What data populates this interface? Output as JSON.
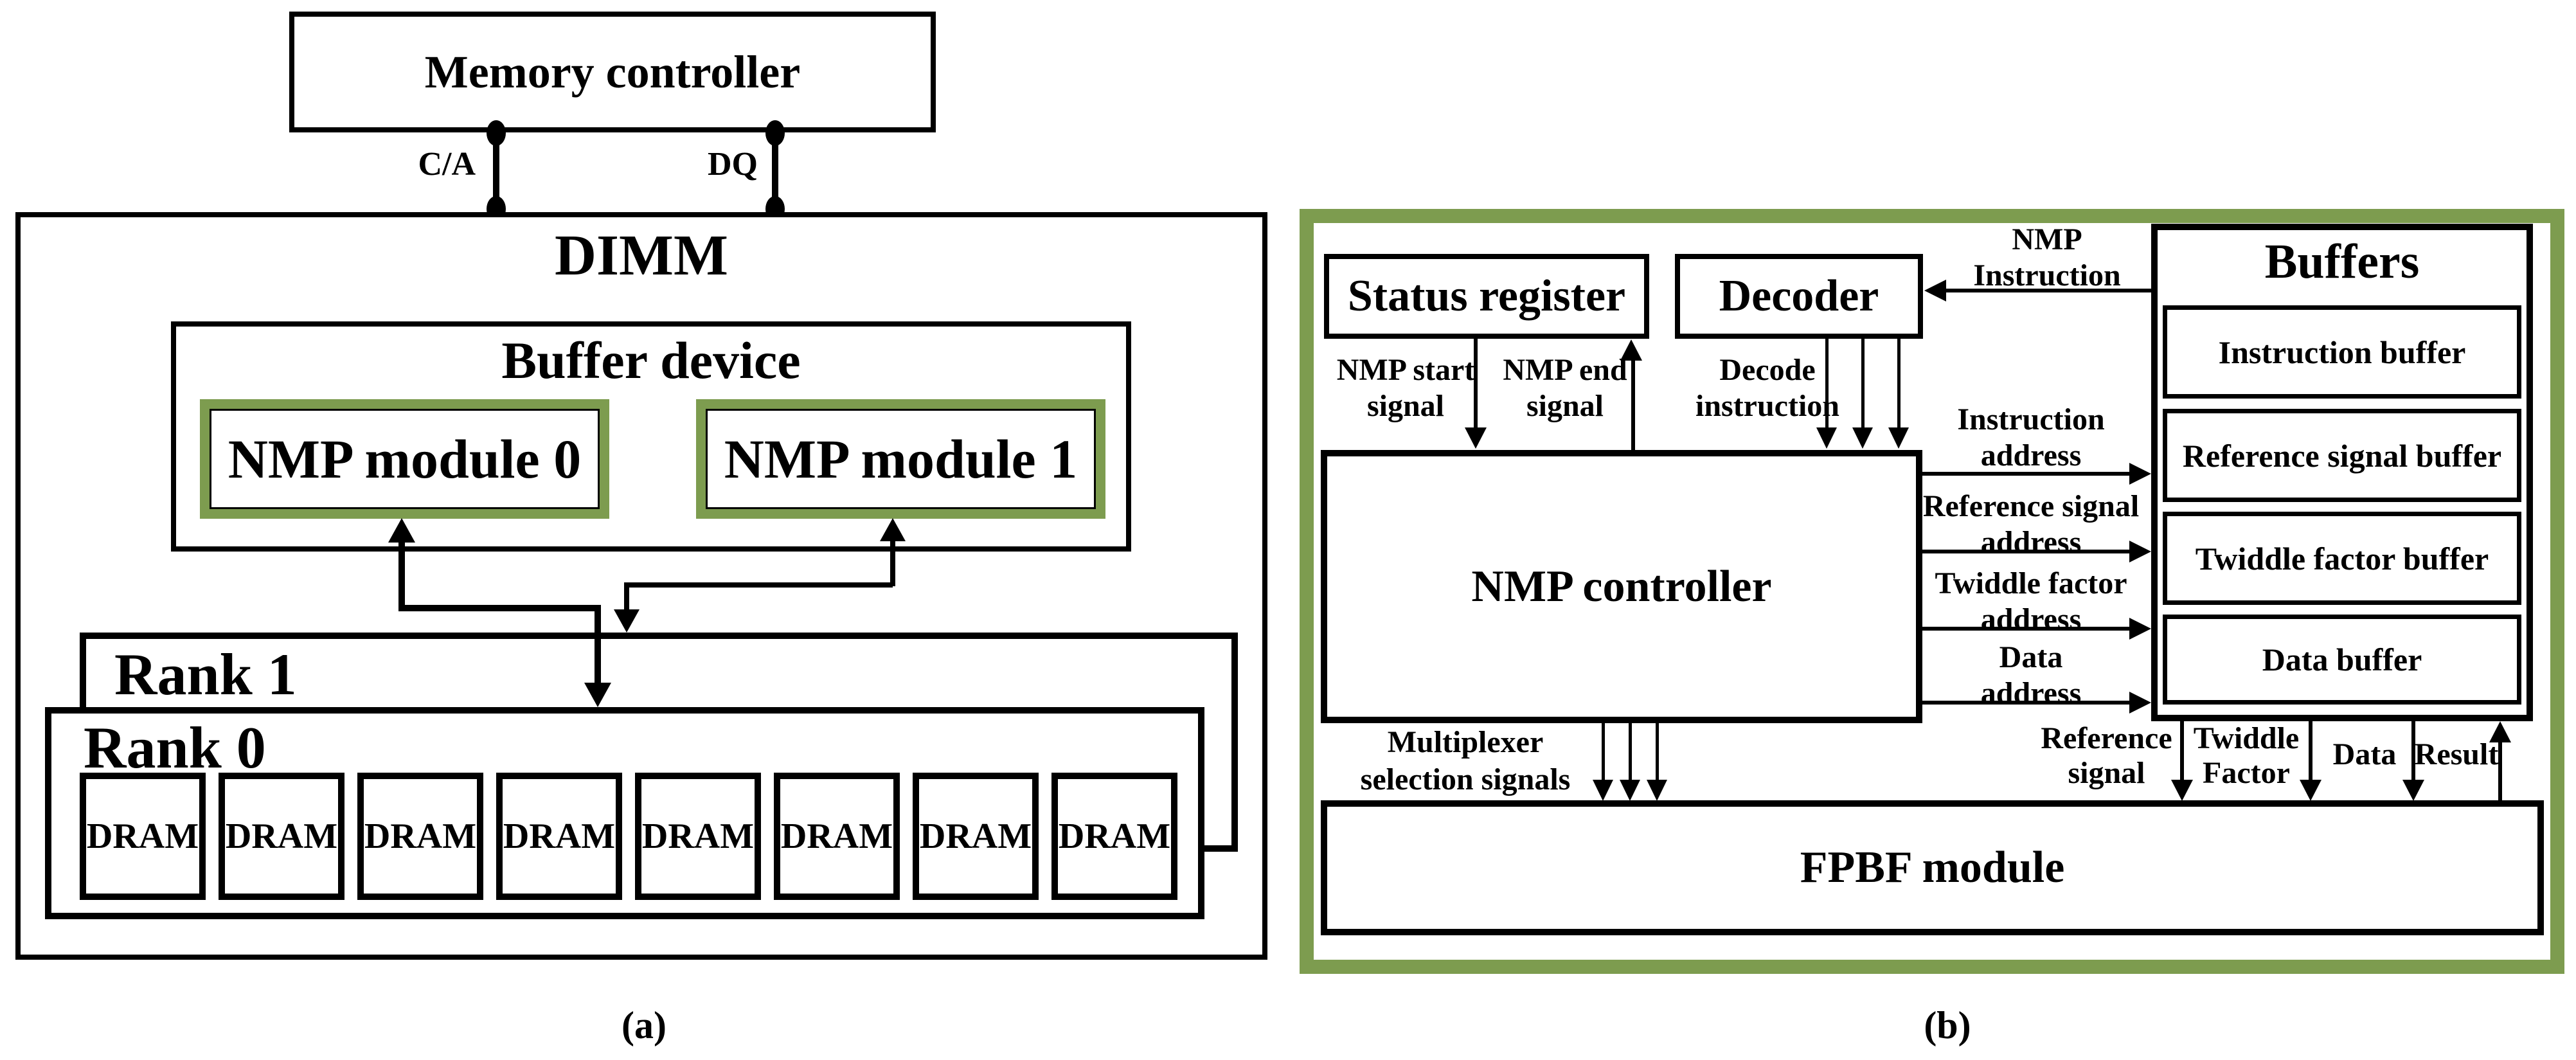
{
  "figure": {
    "panel_a_caption": "(a)",
    "panel_b_caption": "(b)"
  },
  "colors": {
    "accent_green": "#7d9c4f",
    "line_black": "#000000",
    "background": "#ffffff"
  },
  "panel_a": {
    "memory_controller": "Memory controller",
    "ca_label": "C/A",
    "dq_label": "DQ",
    "dimm_label": "DIMM",
    "buffer_device_label": "Buffer device",
    "nmp_module_0": "NMP module 0",
    "nmp_module_1": "NMP module 1",
    "rank_1_label": "Rank 1",
    "rank_0_label": "Rank 0",
    "dram_chips": [
      "DRAM",
      "DRAM",
      "DRAM",
      "DRAM",
      "DRAM",
      "DRAM",
      "DRAM",
      "DRAM"
    ]
  },
  "panel_b": {
    "status_register": "Status register",
    "decoder": "Decoder",
    "buffers_title": "Buffers",
    "instruction_buffer": "Instruction buffer",
    "reference_signal_buffer": "Reference signal buffer",
    "twiddle_factor_buffer": "Twiddle factor buffer",
    "data_buffer": "Data buffer",
    "nmp_controller": "NMP controller",
    "fpbf_module": "FPBF module",
    "labels": {
      "nmp_instruction": [
        "NMP",
        "Instruction"
      ],
      "nmp_start_signal": [
        "NMP start",
        "signal"
      ],
      "nmp_end_signal": [
        "NMP end",
        "signal"
      ],
      "decode_instruction": [
        "Decode",
        "instruction"
      ],
      "instruction_address": [
        "Instruction",
        "address"
      ],
      "reference_signal_address": [
        "Reference signal",
        "address"
      ],
      "twiddle_factor_address": [
        "Twiddle factor",
        "address"
      ],
      "data_address": [
        "Data",
        "address"
      ],
      "multiplexer_selection_signals": [
        "Multiplexer",
        "selection signals"
      ],
      "reference_signal": [
        "Reference",
        "signal"
      ],
      "twiddle_factor": [
        "Twiddle",
        "Factor"
      ],
      "data": "Data",
      "result": "Result"
    }
  }
}
